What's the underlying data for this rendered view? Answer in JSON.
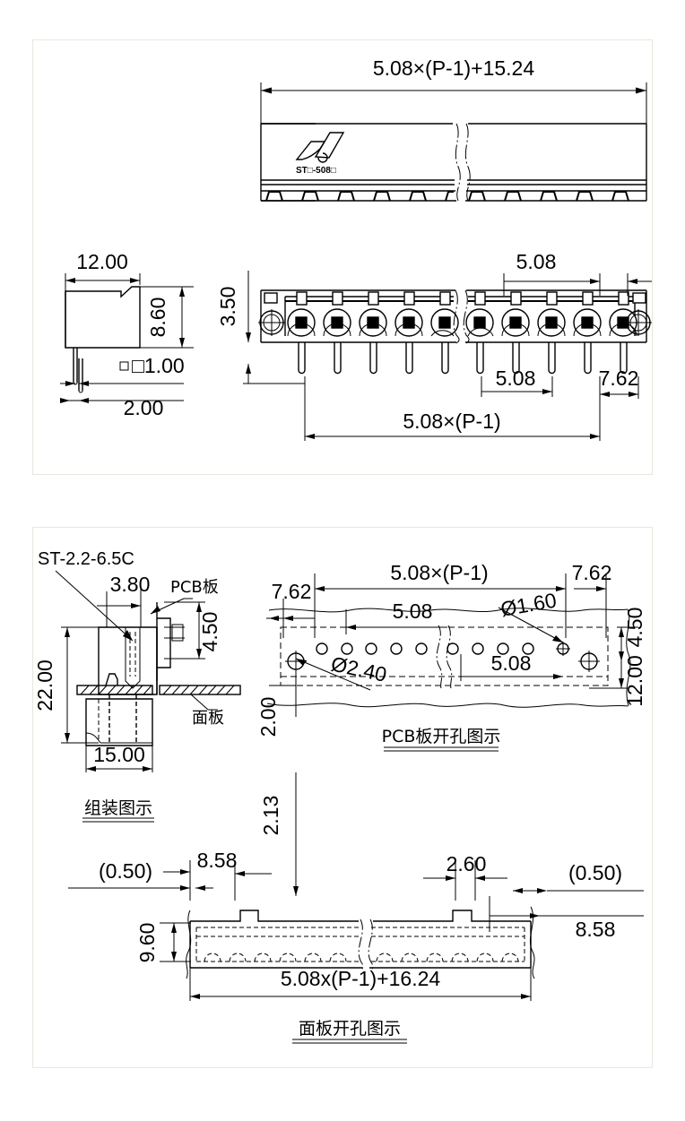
{
  "document": {
    "title": "ST Series 5.08mm Pluggable Terminal Block Drawing",
    "part_marking": "ST□-508□",
    "border_color": "#e4eade"
  },
  "panel_top": {
    "name": "outline-and-front-views",
    "front_view": {
      "overall_length": "5.08×(P-1)+15.24"
    },
    "side_view": {
      "width": "12.00",
      "height": "8.60",
      "pin_section": "□1.00",
      "pin_offset": "2.00"
    },
    "top_view": {
      "height": "3.50",
      "pitch_upper": "5.08",
      "pitch_lower": "5.08",
      "end_margin": "7.62",
      "pin_span": "5.08×(P-1)"
    }
  },
  "panel_bottom": {
    "name": "assembly-and-cutout-views",
    "assembly": {
      "screw_callout": "ST-2.2-6.5C",
      "pcb_label": "PCB板",
      "panel_label": "面板",
      "dim_3_80": "3.80",
      "dim_4_50": "4.50",
      "dim_22_00": "22.00",
      "dim_15_00": "15.00",
      "caption": "组装图示"
    },
    "pcb_cutout": {
      "span": "5.08×(P-1)",
      "end_margin_left": "7.62",
      "end_margin_right": "7.62",
      "pitch_top": "5.08",
      "pitch_bottom": "5.08",
      "hole_small": "Ø1.60",
      "hole_large": "Ø2.40",
      "dim_2_00": "2.00",
      "dim_4_50": "4.50",
      "dim_12_00": "12.00",
      "caption": "PCB板开孔图示",
      "small_hole_count": 10,
      "large_hole_count": 2
    },
    "panel_cutout": {
      "dim_left_tol": "(0.50)",
      "dim_right_tol": "(0.50)",
      "dim_8_58_left": "8.58",
      "dim_8_58_right": "8.58",
      "dim_2_60": "2.60",
      "dim_2_13": "2.13",
      "dim_9_60": "9.60",
      "overall": "5.08x(P-1)+16.24",
      "caption": "面板开孔图示"
    }
  }
}
